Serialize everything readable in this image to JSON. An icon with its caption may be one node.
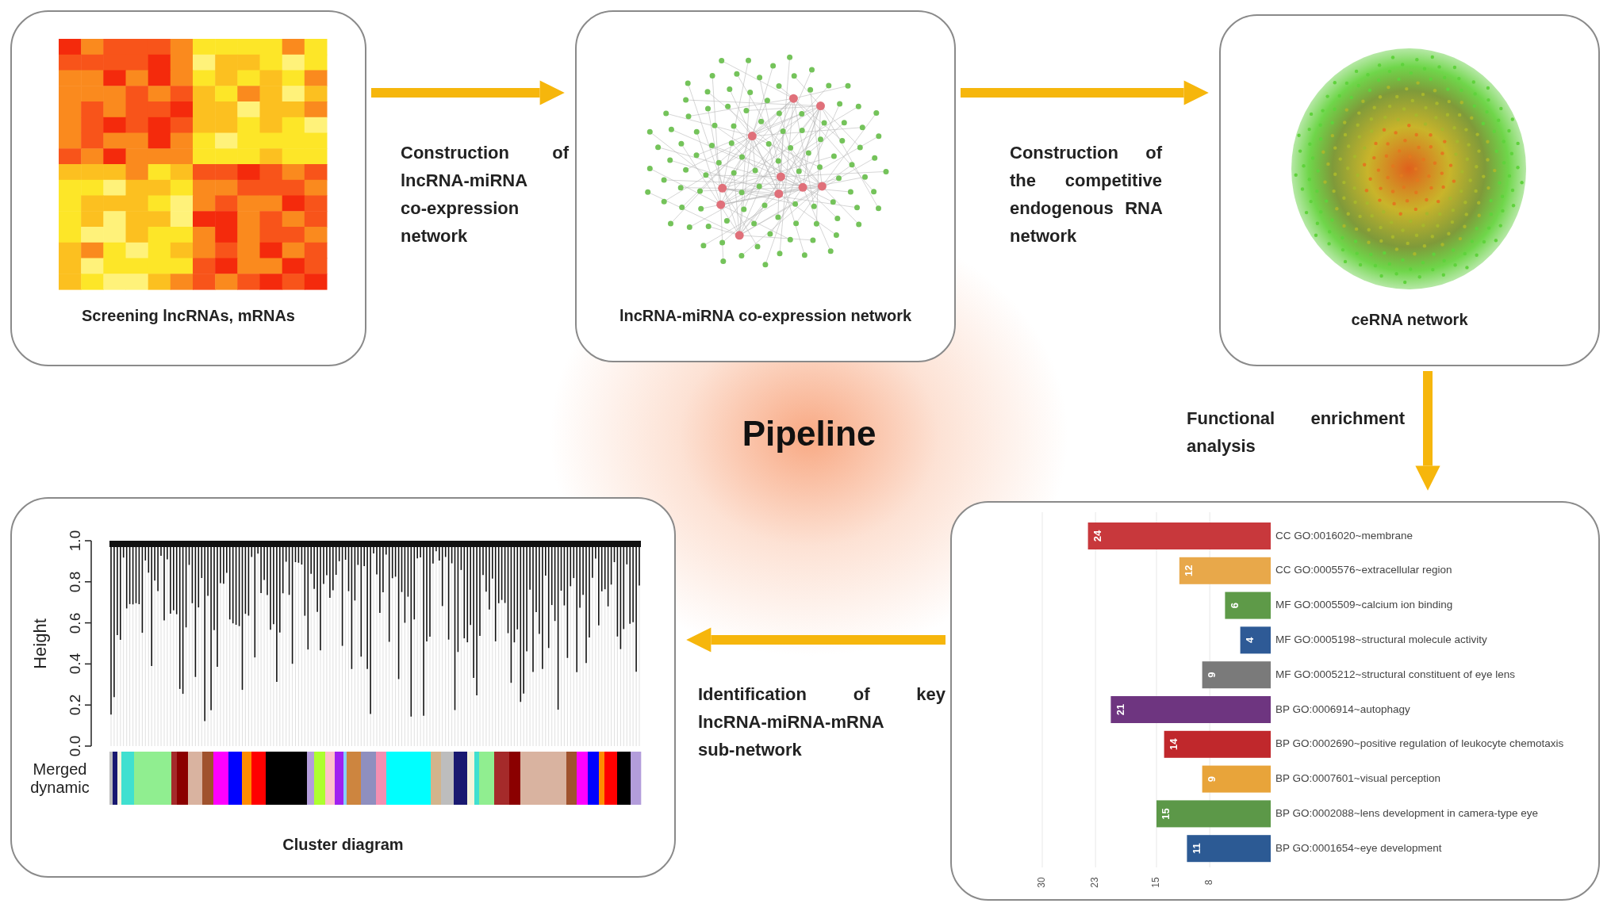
{
  "diagram": {
    "title": "Pipeline",
    "nodes": [
      {
        "text": [
          "Screening lncRNAs, mRNAs"
        ]
      },
      {
        "text": [
          "lncRNA-miRNA co-expression network"
        ]
      },
      {
        "text": [
          "ceRNA network"
        ]
      },
      {
        "text": [
          "Cluster diagram"
        ]
      },
      {
        "text": [],
        "shape": "box"
      }
    ],
    "edges": [
      {
        "from": 0,
        "to": 1,
        "arrow": "to",
        "label": "Construction of lncRNA-miRNA co-expression network"
      },
      {
        "from": 1,
        "to": 2,
        "arrow": "to",
        "label": "Construction of the competitive endogenous RNA network"
      },
      {
        "from": 2,
        "to": 4,
        "arrow": "to",
        "label": "Functional enrichment analysis"
      },
      {
        "from": 4,
        "to": 3,
        "arrow": "to",
        "label": "Identification of key lncRNA-miRNA-mRNA sub-network"
      }
    ],
    "labels": [
      "Height",
      "1.0",
      "0.8",
      "0.6",
      "0.4",
      "0.2",
      "0.0",
      "Merged dynamic"
    ],
    "chart_data": {
      "type": "bar",
      "orientation": "horizontal",
      "categories": [
        "CC GO:0016020~membrane",
        "CC GO:0005576~extracellular region",
        "MF GO:0005509~calcium ion binding",
        "MF GO:0005198~structural molecule activity",
        "MF GO:0005212~structural constituent of eye lens",
        "BP GO:0006914~autophagy",
        "BP GO:0002690~positive regulation of leukocyte chemotaxis",
        "BP GO:0007601~visual perception",
        "BP GO:0002088~lens development in camera-type eye",
        "BP GO:0001654~eye development"
      ],
      "values": [
        24,
        12,
        6,
        4,
        9,
        21,
        14,
        9,
        15,
        11
      ],
      "xlim": [
        30,
        0
      ],
      "xticks": [
        30,
        23,
        15,
        8
      ],
      "data_labels": true,
      "grid": true
    }
  }
}
